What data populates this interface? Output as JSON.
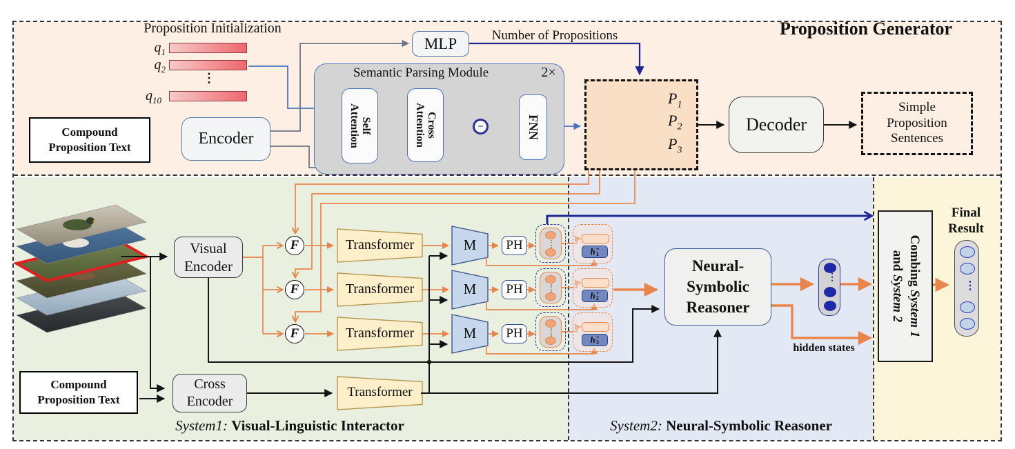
{
  "colors": {
    "accent_orange": "#E8854A",
    "navy": "#1C2796",
    "line_blue": "#4A74C0",
    "line_gray": "#6D7587",
    "top_band_bg": "#FDEFE4",
    "system1_bg": "#E9F0E0",
    "system2_bg": "#E3E9F4",
    "combine_bg": "#FCF5DA",
    "proposition_box_bg": "#F8DFC5",
    "bar_pink": "#E75490",
    "query_bar_red": "#EF676D"
  },
  "generator": {
    "title": "Proposition Generator",
    "prop_init_label": "Proposition Initialization",
    "queries": [
      {
        "base": "q",
        "sub": "1"
      },
      {
        "base": "q",
        "sub": "2"
      },
      {
        "base": "q",
        "sub": "10"
      }
    ],
    "q_dots": "⋮",
    "compound_box": {
      "line1": "Compound",
      "line2": "Proposition Text"
    },
    "encoder_label": "Encoder",
    "mlp_label": "MLP",
    "num_props_label": "Number of Propositions",
    "spm": {
      "title": "Semantic Parsing Module",
      "repeat_label": "2×",
      "self_attention": {
        "line1": "Self",
        "line2": "Attention"
      },
      "cross_attention": {
        "line1": "Cross",
        "line2": "Attention"
      },
      "fnn_label": "FNN",
      "minus_sign": "−"
    },
    "propositions": [
      {
        "base": "P",
        "sub": "1"
      },
      {
        "base": "P",
        "sub": "2"
      },
      {
        "base": "P",
        "sub": "3"
      }
    ],
    "decoder_label": "Decoder",
    "output_box": {
      "line1": "Simple",
      "line2": "Proposition",
      "line3": "Sentences"
    }
  },
  "system1": {
    "label_prefix": "System1:",
    "label": "Visual-Linguistic Interactor",
    "visual_encoder": {
      "line1": "Visual",
      "line2": "Encoder"
    },
    "compound_box": {
      "line1": "Compound",
      "line2": "Proposition Text"
    },
    "cross_encoder": {
      "line1": "Cross",
      "line2": "Encoder"
    },
    "fusion_label": "F",
    "transformer_label": "Transformer",
    "m_label": "M",
    "ph_label": "PH",
    "h_units": [
      {
        "base": "h",
        "sup": "+",
        "sub": "1"
      },
      {
        "base": "h",
        "sup": "+",
        "sub": "2"
      },
      {
        "base": "h",
        "sup": "+",
        "sub": "3"
      }
    ],
    "pill_dots": "⋮"
  },
  "system2": {
    "label_prefix": "System2:",
    "label": "Neural-Symbolic Reasoner",
    "reasoner": {
      "line1": "Neural-",
      "line2": "Symbolic",
      "line3": "Reasoner"
    },
    "hidden_states_label": "hidden states",
    "pill_dots": "⋮"
  },
  "combiner": {
    "box_line1_text": "Combing ",
    "box_line1_italic": "System 1",
    "box_line2_text": "and ",
    "box_line2_italic": "System 2",
    "final_label": {
      "line1": "Final",
      "line2": "Result"
    },
    "pill_dots": "⋮"
  }
}
